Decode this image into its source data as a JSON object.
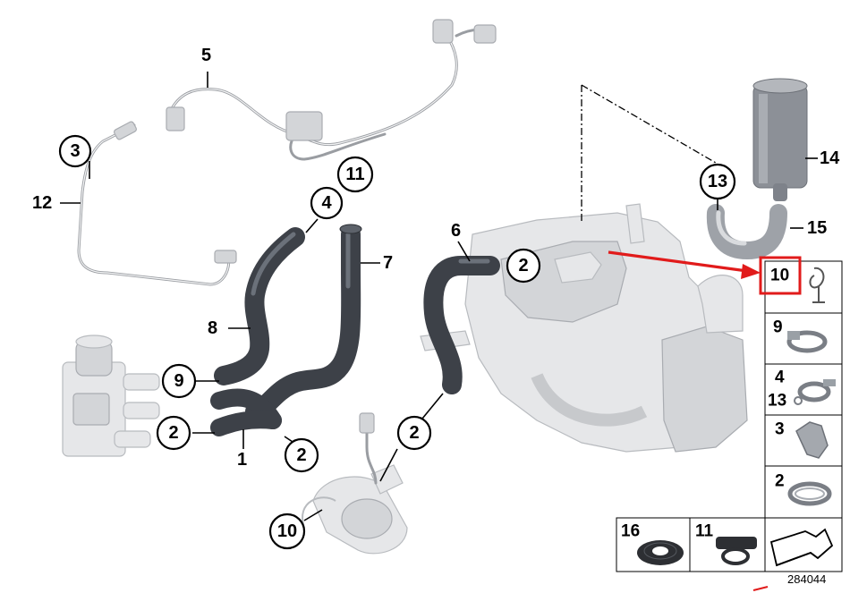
{
  "diagram": {
    "reference_number": "284044",
    "callouts": {
      "c3": "3",
      "c4": "4",
      "c11": "11",
      "c9": "9",
      "c2_left": "2",
      "c2_mid": "2",
      "c2_center": "2",
      "c2_top": "2",
      "c10_pump": "10",
      "c13": "13"
    },
    "labels": {
      "l5": "5",
      "l12": "12",
      "l8": "8",
      "l7": "7",
      "l6": "6",
      "l1": "1",
      "l14": "14",
      "l15": "15"
    },
    "legend": {
      "cell_10": "10",
      "cell_9": "9",
      "cell_4": "4",
      "cell_13": "13",
      "cell_3": "3",
      "cell_2": "2",
      "cell_16": "16",
      "cell_11": "11"
    },
    "highlight_color": "#e11b1b"
  }
}
